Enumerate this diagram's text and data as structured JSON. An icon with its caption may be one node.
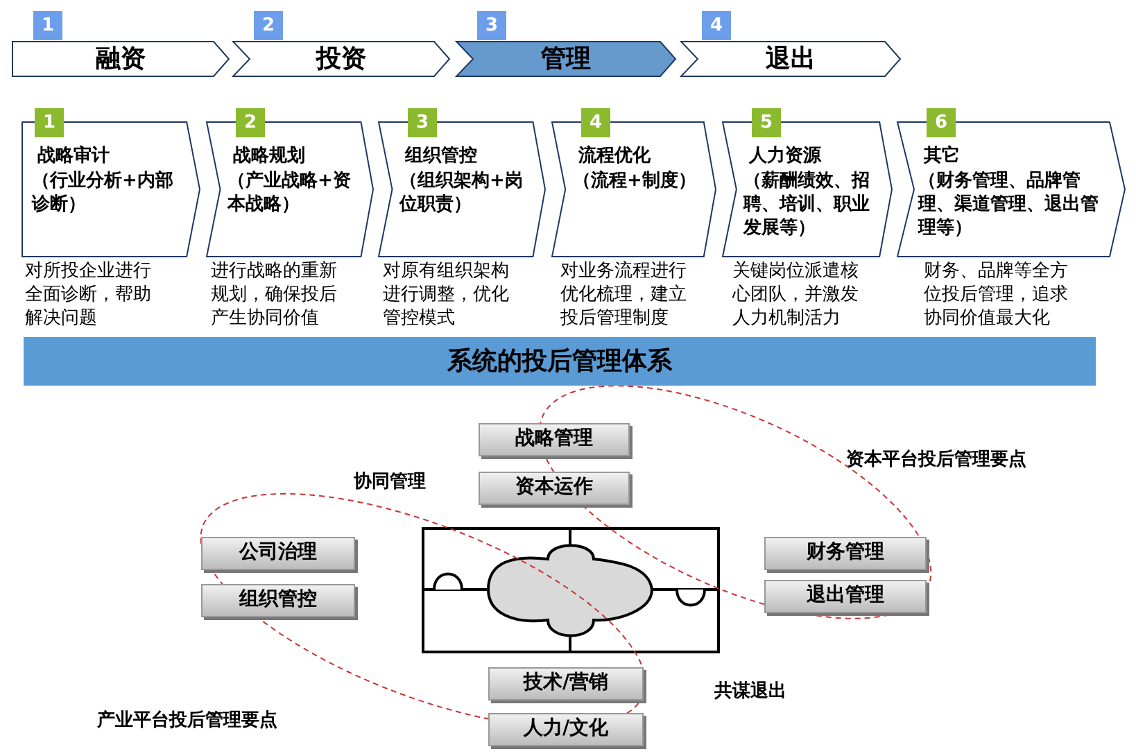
{
  "diagram": {
    "nodes": [
      {
        "text": [
          "1",
          "融资"
        ]
      },
      {
        "text": [
          "2",
          "投资"
        ]
      },
      {
        "text": [
          "3",
          "管理"
        ]
      },
      {
        "text": [
          "4",
          "退出"
        ]
      },
      {
        "text": [
          "1",
          "战略审计",
          "（行业分析+内部诊断）"
        ],
        "beside": [
          "对所投企业进行全面诊断，帮助解决问题"
        ]
      },
      {
        "text": [
          "2",
          "战略规划",
          "（产业战略+资本战略）"
        ],
        "beside": [
          "进行战略的重新规划，确保投后产生协同价值"
        ]
      },
      {
        "text": [
          "3",
          "组织管控",
          "（组织架构+岗位职责）"
        ],
        "beside": [
          "对原有组织架构进行调整，优化管控模式"
        ]
      },
      {
        "text": [
          "4",
          "流程优化",
          "（流程+制度）"
        ],
        "beside": [
          "对业务流程进行优化梳理，建立投后管理制度"
        ]
      },
      {
        "text": [
          "5",
          "人力资源",
          "（薪酬绩效、招聘、培训、职业发展等）"
        ],
        "beside": [
          "关键岗位派遣核心团队，并激发人力机制活力"
        ]
      },
      {
        "text": [
          "6",
          "其它",
          "（财务管理、品牌管理、渠道管理、退出管理等）"
        ],
        "beside": [
          "财务、品牌等全方位投后管理，追求协同价值最大化"
        ]
      },
      {
        "text": [
          "系统的投后管理体系"
        ]
      },
      {
        "text": [
          "战略管理"
        ]
      },
      {
        "text": [
          "资本运作"
        ]
      },
      {
        "text": [
          "公司治理"
        ]
      },
      {
        "text": [
          "组织管控"
        ]
      },
      {
        "text": [
          "财务管理"
        ]
      },
      {
        "text": [
          "退出管理"
        ]
      },
      {
        "text": [
          "技术/营销"
        ]
      },
      {
        "text": [
          "人力/文化"
        ]
      }
    ],
    "labels": [
      "协同管理",
      "资本平台投后管理要点",
      "共谋退出",
      "产业平台投后管理要点"
    ]
  }
}
